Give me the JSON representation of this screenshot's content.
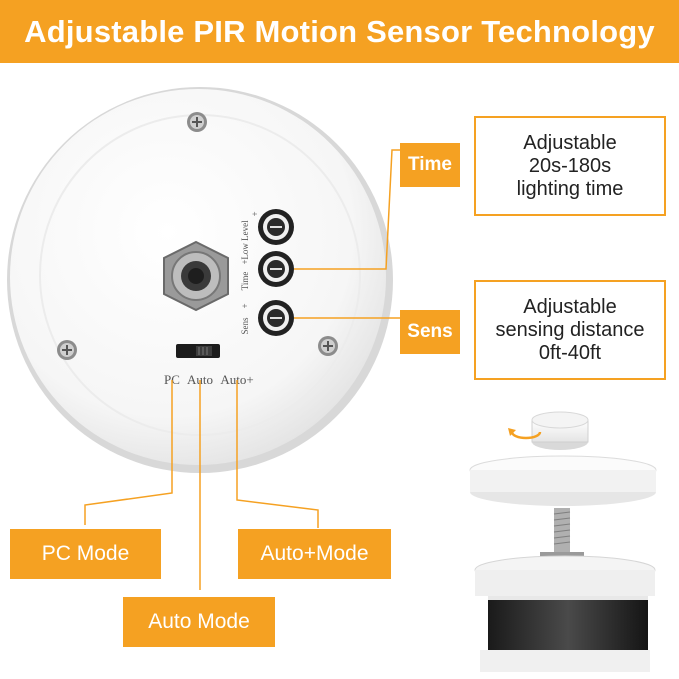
{
  "banner": {
    "title": "Adjustable PIR Motion Sensor Technology"
  },
  "device": {
    "knob_labels": {
      "low_level": "Low Level",
      "time": "Time",
      "sens": "Sens"
    },
    "switch_labels": {
      "pc": "PC",
      "auto": "Auto",
      "auto_plus": "Auto+"
    }
  },
  "callouts": {
    "time": {
      "tag": "Time",
      "lines": [
        "Adjustable",
        "20s-180s",
        "lighting time"
      ]
    },
    "sens": {
      "tag": "Sens",
      "lines": [
        "Adjustable",
        "sensing distance",
        "0ft-40ft"
      ]
    }
  },
  "modes": {
    "pc": "PC Mode",
    "auto_plus": "Auto+Mode",
    "auto": "Auto Mode"
  },
  "colors": {
    "accent": "#f5a122",
    "text": "#222222"
  }
}
